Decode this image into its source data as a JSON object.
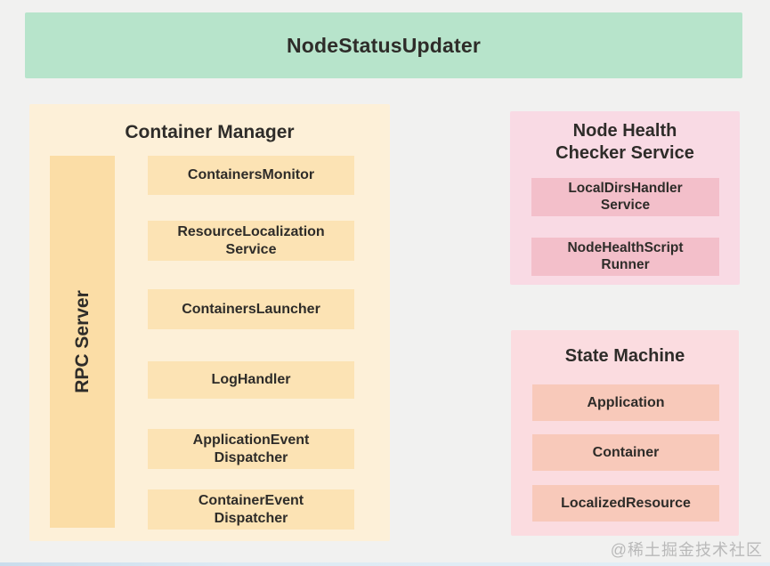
{
  "banner": {
    "label": "NodeStatusUpdater"
  },
  "container_manager": {
    "title": "Container Manager",
    "rpc_server_label": "RPC Server",
    "components": [
      "ContainersMonitor",
      "ResourceLocalization\nService",
      "ContainersLauncher",
      "LogHandler",
      "ApplicationEvent\nDispatcher",
      "ContainerEvent\nDispatcher"
    ]
  },
  "node_health": {
    "title": "Node Health\nChecker Service",
    "components": [
      "LocalDirsHandler\nService",
      "NodeHealthScript\nRunner"
    ]
  },
  "state_machine": {
    "title": "State Machine",
    "components": [
      "Application",
      "Container",
      "LocalizedResource"
    ]
  },
  "watermark": "@稀土掘金技术社区",
  "colors": {
    "page_background": "#f1f1f0",
    "banner_green": "#b7e4cb",
    "container_manager_bg": "#fdf0d8",
    "container_manager_inner": "#fce3b4",
    "rpc_server_bg": "#fbdda6",
    "node_health_bg": "#f9dae4",
    "node_health_inner": "#f3bfca",
    "state_machine_bg": "#fbdce0",
    "state_machine_inner": "#f8c9ba",
    "label_text": "#2e2c29",
    "watermark_text": "#b9b9b9",
    "bottom_strip_blue": "#d5e5f1"
  }
}
